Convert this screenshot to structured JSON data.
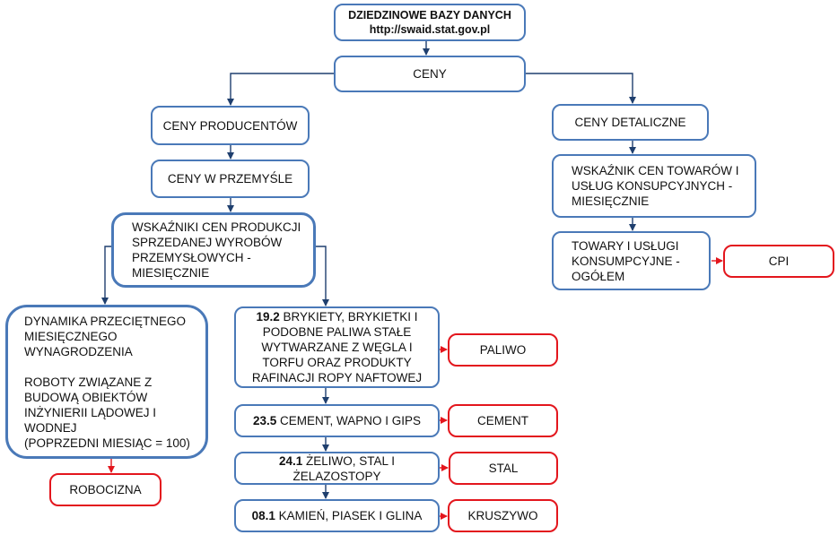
{
  "title": {
    "line1": "DZIEDZINOWE BAZY DANYCH",
    "line2": "http://swaid.stat.gov.pl"
  },
  "ceny": "CENY",
  "producer": {
    "ceny_producentow": "CENY PRODUCENTÓW",
    "ceny_w_przemysle": "CENY W PRZEMYŚLE",
    "wskazniki": [
      "WSKAŹNIKI CEN PRODUKCJI",
      "SPRZEDANEJ WYROBÓW",
      "PRZEMYSŁOWYCH -",
      "MIESIĘCZNIE"
    ]
  },
  "left_box": {
    "block1": [
      "DYNAMIKA PRZECIĘTNEGO",
      "MIESIĘCZNEGO",
      "WYNAGRODZENIA"
    ],
    "block2": [
      "ROBOTY ZWIĄZANE Z",
      "BUDOWĄ OBIEKTÓW",
      "INŻYNIERII LĄDOWEJ I",
      "WODNEJ",
      "(POPRZEDNI MIESIĄC = 100)"
    ]
  },
  "robocizna": "ROBOCIZNA",
  "categories": [
    {
      "code": "19.2",
      "lines": [
        " BRYKIETY, BRYKIETKI I",
        "PODOBNE PALIWA STAŁE",
        "WYTWARZANE Z WĘGLA I",
        "TORFU ORAZ PRODUKTY",
        "RAFINACJI ROPY NAFTOWEJ"
      ],
      "result": "PALIWO"
    },
    {
      "code": "23.5",
      "lines": [
        " CEMENT, WAPNO I GIPS"
      ],
      "result": "CEMENT"
    },
    {
      "code": "24.1",
      "lines": [
        " ŻELIWO, STAL I",
        "ŻELAZOSTOPY"
      ],
      "result": "STAL"
    },
    {
      "code": "08.1",
      "lines": [
        " KAMIEŃ, PIASEK I GLINA"
      ],
      "result": "KRUSZYWO"
    }
  ],
  "retail": {
    "ceny_detaliczne": "CENY DETALICZNE",
    "wskaznik": [
      "WSKAŹNIK CEN TOWARÓW I",
      "USŁUG KONSUPCYJNYCH -",
      "MIESIĘCZNIE"
    ],
    "towary": [
      "TOWARY I USŁUGI",
      "KONSUMPCYJNE -",
      "OGÓŁEM"
    ],
    "result": "CPI"
  },
  "colors": {
    "box_border": "#4a79b8",
    "arrow_blue": "#1f3f6e",
    "result_border": "#e3161d",
    "arrow_red": "#e3161d"
  }
}
